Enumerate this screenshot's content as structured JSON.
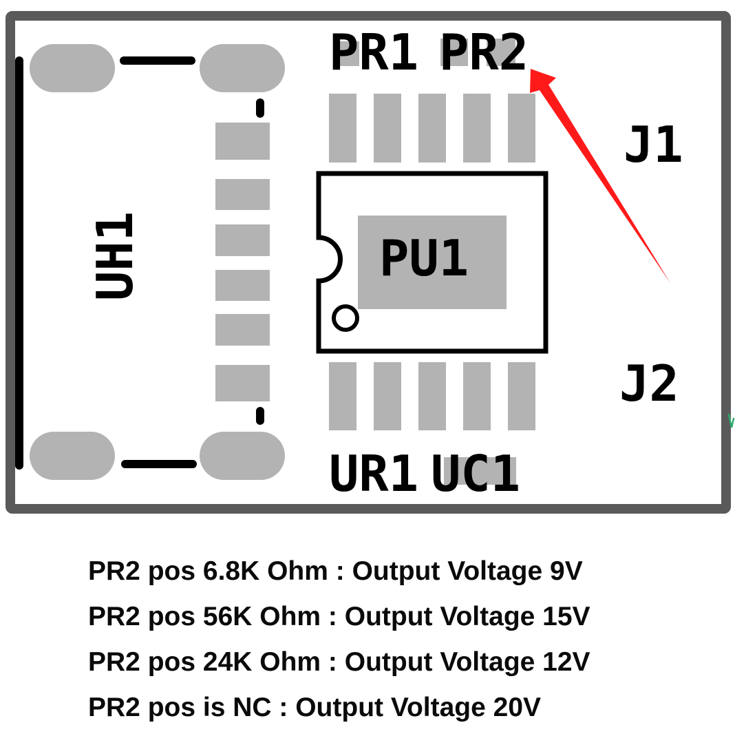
{
  "board": {
    "silkscreen": {
      "pr1": "PR1",
      "pr2": "PR2",
      "ur1": "UR1",
      "uc1": "UC1",
      "pu1": "PU1",
      "uh1": "UH1",
      "j1": "J1",
      "j2": "J2"
    },
    "colors": {
      "outline": "#5a5a5a",
      "pad": "#b3b3b3",
      "silkscreen": "#000000",
      "arrow": "#ff1a1a",
      "fragment": "#2eaa6e"
    }
  },
  "notes": [
    "PR2 pos 6.8K Ohm : Output Voltage 9V",
    "PR2 pos 56K Ohm : Output Voltage 15V",
    "PR2 pos 24K Ohm : Output Voltage 12V",
    "PR2 pos is NC : Output Voltage 20V"
  ]
}
